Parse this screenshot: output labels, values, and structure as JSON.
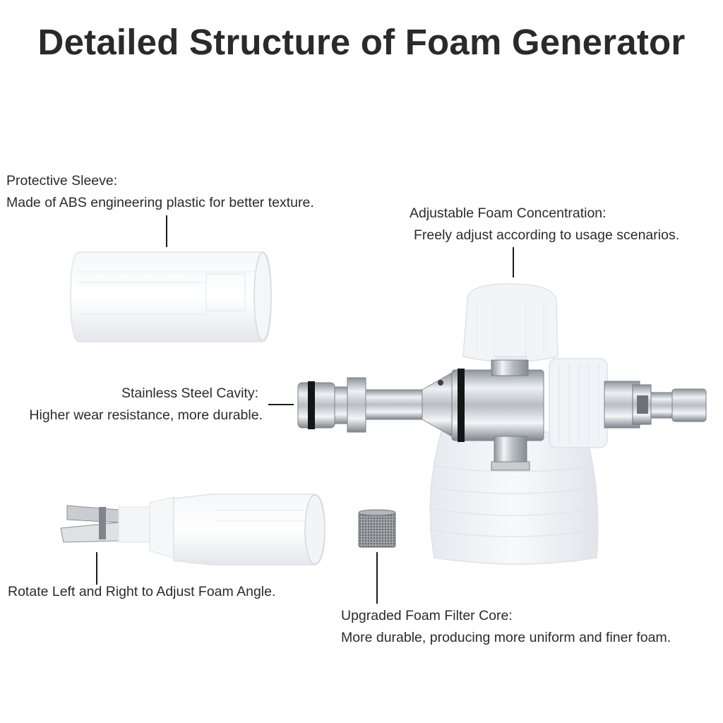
{
  "title": "Detailed Structure of Foam Generator",
  "callouts": {
    "protective_sleeve": {
      "heading": "Protective Sleeve:",
      "text": "Made of ABS engineering plastic for better texture."
    },
    "foam_concentration": {
      "heading": "Adjustable Foam Concentration:",
      "text": "Freely adjust according to usage scenarios."
    },
    "steel_cavity": {
      "heading": "Stainless Steel Cavity:",
      "text": "Higher wear resistance, more durable."
    },
    "foam_angle": {
      "text": "Rotate Left and Right to Adjust Foam Angle."
    },
    "filter_core": {
      "heading": "Upgraded Foam Filter Core:",
      "text": "More durable, producing more uniform and finer foam."
    }
  },
  "colors": {
    "steel": "#b9bec4",
    "plastic": "#eef1f4",
    "leader": "#1a1a1a"
  }
}
